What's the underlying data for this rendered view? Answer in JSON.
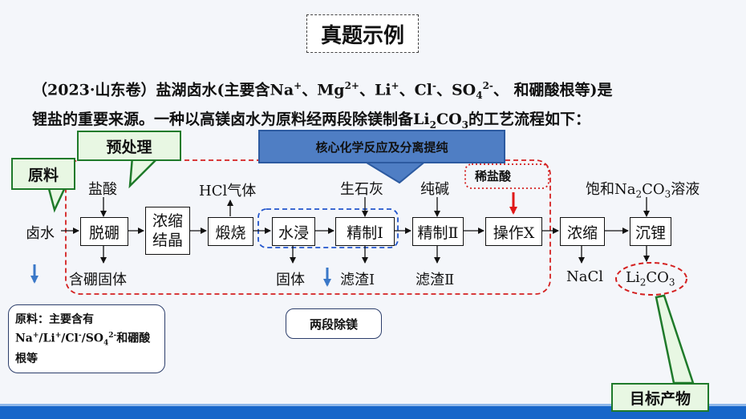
{
  "title": "真题示例",
  "intro": {
    "line1_prefix": "（2023·山东卷）盐湖卤水(主要含Na",
    "na_sup": "+",
    "sep1": "、Mg",
    "mg_sup": "2+",
    "sep2": "、Li",
    "li_sup": "+",
    "sep3": "、Cl",
    "cl_sup": "-",
    "sep4": "、SO",
    "so4_sub": "4",
    "so4_sup": "2-",
    "line1_suffix": "、 和硼酸根等)是",
    "line2_prefix": "锂盐的重要来源。一种以高镁卤水为原料经两段除镁制备Li",
    "li2_sub": "2",
    "co": "CO",
    "co3_sub": "3",
    "line2_suffix": "的工艺流程如下："
  },
  "callouts": {
    "raw": "原料",
    "pretreat": "预处理",
    "core": "核心化学反应及分离提纯",
    "acid": "稀盐酸",
    "target": "目标产物",
    "two_stage": "两段除镁"
  },
  "note": {
    "line1": "原料：主要含有",
    "l2a": "Na",
    "l2a_sup": "+",
    "l2b": "/Li",
    "l2b_sup": "+",
    "l2c": "/Cl",
    "l2c_sup": "-",
    "l2d": "/SO",
    "l2d_sub": "4",
    "l2d_sup": "2-",
    "l2e": "和硼酸",
    "line3": "根等"
  },
  "flow": {
    "start": "卤水",
    "steps": {
      "s1": "脱硼",
      "s2a": "浓缩",
      "s2b": "结晶",
      "s3": "煅烧",
      "s4": "水浸",
      "s5": "精制Ⅰ",
      "s6": "精制Ⅱ",
      "s7": "操作X",
      "s8": "浓缩",
      "s9": "沉锂"
    },
    "inputs": {
      "hcl": "盐酸",
      "hcl_gas": "HCl气体",
      "lime": "生石灰",
      "soda": "纯碱",
      "na2co3_a": "饱和Na",
      "na2co3_sub": "2",
      "na2co3_b": "CO",
      "na2co3_sub2": "3",
      "na2co3_c": "溶液"
    },
    "outputs": {
      "boron_solid": "含硼固体",
      "solid": "固体",
      "residue1": "滤渣Ⅰ",
      "residue2": "滤渣Ⅱ",
      "nacl": "NaCl",
      "li2co3_a": "Li",
      "li2co3_sub": "2",
      "li2co3_b": "CO",
      "li2co3_sub2": "3"
    }
  },
  "colors": {
    "green_border": "#1f7a2a",
    "green_fill": "#e8f7e3",
    "red_dash": "#d42020",
    "blue_dash": "#2255cc",
    "banner": "#4f7ec4",
    "stripe": "#1766c9"
  }
}
